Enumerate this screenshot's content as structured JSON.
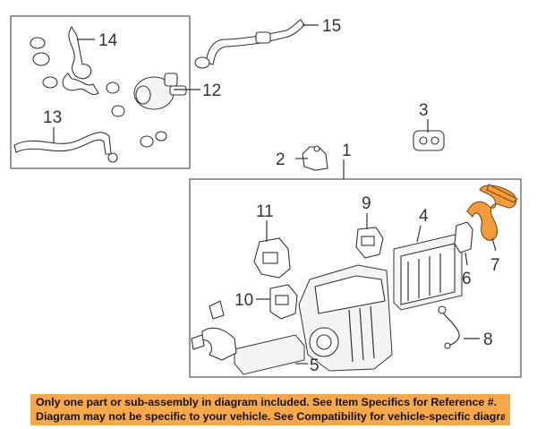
{
  "callouts": {
    "c1": "1",
    "c2": "2",
    "c3": "3",
    "c4": "4",
    "c5": "5",
    "c6": "6",
    "c7": "7",
    "c8": "8",
    "c9": "9",
    "c10": "10",
    "c11": "11",
    "c12": "12",
    "c13": "13",
    "c14": "14",
    "c15": "15"
  },
  "colors": {
    "highlight": "#f39a3a",
    "notice_bg": "#f7a84a",
    "line": "#333333"
  },
  "notice": {
    "line1": "Only one part or sub-assembly in diagram included. See Item Specifics for Reference #.",
    "line2": "Diagram may not be specific to your vehicle. See Compatibility for vehicle-specific diagrams."
  }
}
